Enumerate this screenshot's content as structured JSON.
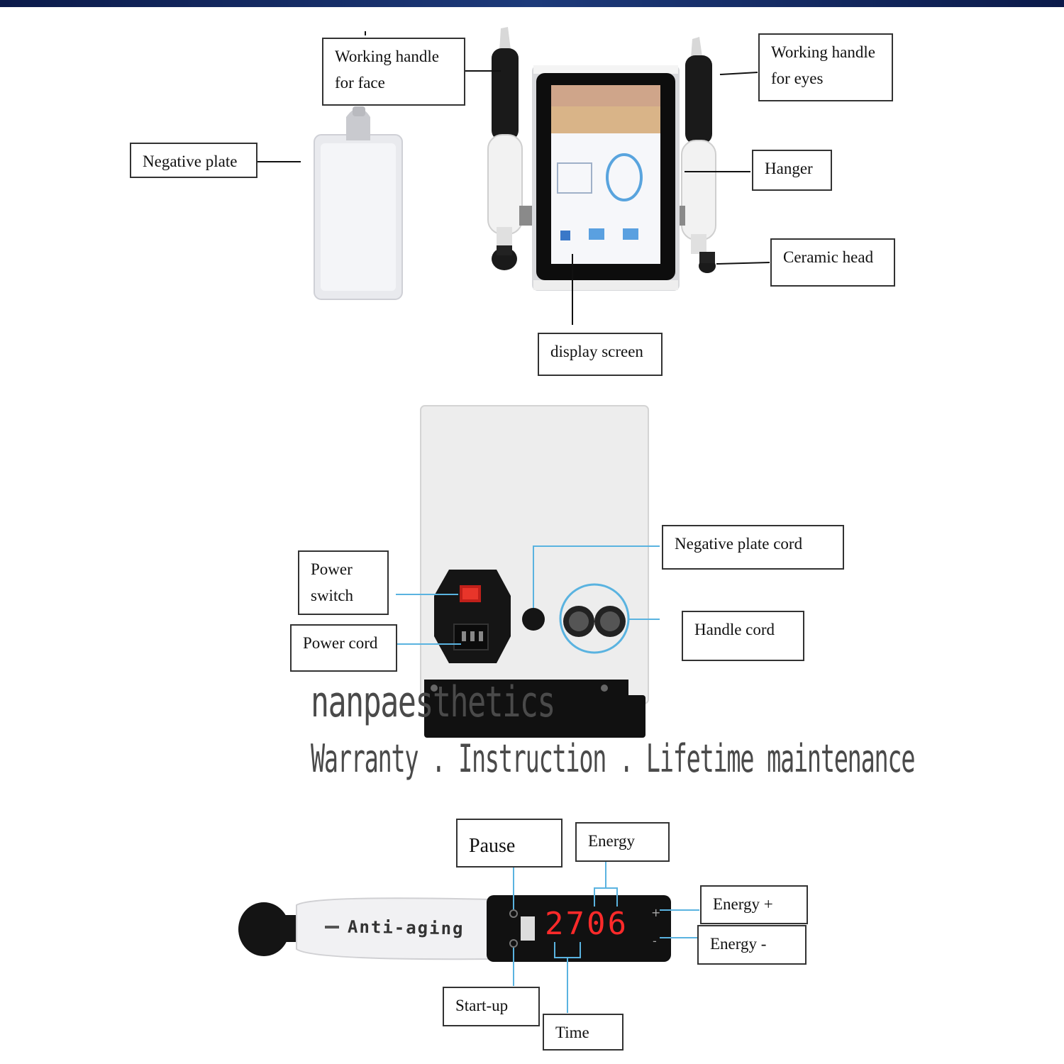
{
  "labels": {
    "working_handle_face": "Working  handle for face",
    "negative_plate": "Negative plate",
    "working_handle_eyes": "Working handle for eyes",
    "hanger": "Hanger",
    "ceramic_head": "Ceramic head",
    "display_screen": "display screen",
    "power_switch": "Power switch",
    "power_cord": "Power cord",
    "negative_plate_cord": "Negative plate cord",
    "handle_cord": "Handle cord",
    "pause": "Pause",
    "energy": "Energy",
    "energy_plus": "Energy +",
    "energy_minus": "Energy -",
    "start_up": "Start-up",
    "time": "Time"
  },
  "watermark": {
    "brand": "nanpaesthetics",
    "tagline": "Warranty . Instruction . Lifetime maintenance"
  },
  "handle": {
    "lcd_value": "2706",
    "engraving": "Anti-aging"
  },
  "colors": {
    "lcd_text": "#ff2a2a",
    "leader_blue": "#5ab3e0",
    "device_body": "#ededed"
  }
}
